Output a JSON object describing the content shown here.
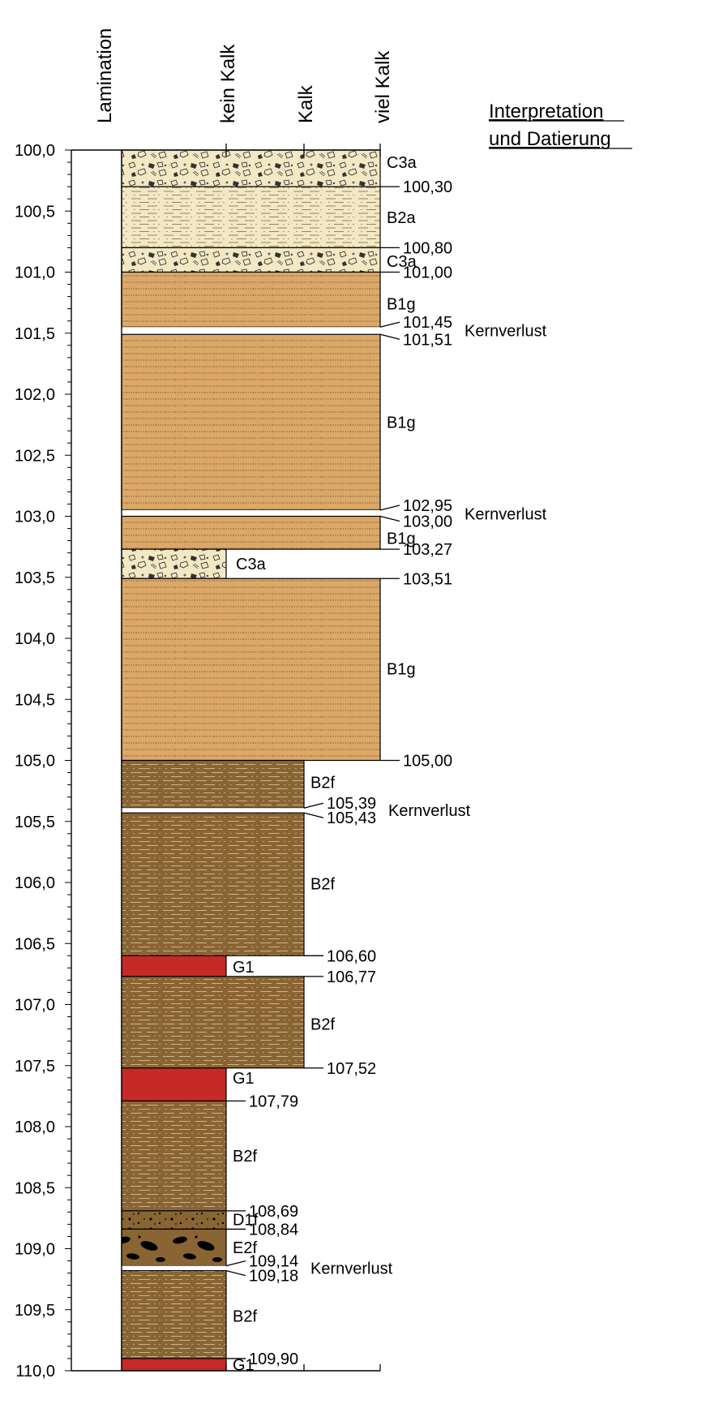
{
  "headers": {
    "lamination": "Lamination",
    "kein_kalk": "kein Kalk",
    "kalk": "Kalk",
    "viel_kalk": "viel Kalk",
    "interpretation_line1": "Interpretation",
    "interpretation_line2": "und Datierung"
  },
  "depth_axis": {
    "min": 100.0,
    "max": 110.0,
    "ticks": [
      "100,0",
      "100,5",
      "101,0",
      "101,5",
      "102,0",
      "102,5",
      "103,0",
      "103,5",
      "104,0",
      "104,5",
      "105,0",
      "105,5",
      "106,0",
      "106,5",
      "107,0",
      "107,5",
      "108,0",
      "108,5",
      "109,0",
      "109,5",
      "110,0"
    ]
  },
  "lime_levels": [
    "kein Kalk",
    "Kalk",
    "viel Kalk"
  ],
  "colors": {
    "sand": "#f3e8c4",
    "orange": "#dba867",
    "brown": "#8a6534",
    "red": "#c62a27",
    "gap": "#ffffff"
  },
  "units": [
    {
      "top": 100.0,
      "bottom": 100.3,
      "fill": "gravel",
      "lime": "viel Kalk",
      "label": "C3a"
    },
    {
      "top": 100.3,
      "bottom": 100.8,
      "fill": "sandy",
      "lime": "viel Kalk",
      "label": "B2a"
    },
    {
      "top": 100.8,
      "bottom": 101.0,
      "fill": "gravel",
      "lime": "viel Kalk",
      "label": "C3a"
    },
    {
      "top": 101.0,
      "bottom": 101.45,
      "fill": "orange",
      "lime": "viel Kalk",
      "label": "B1g"
    },
    {
      "top": 101.45,
      "bottom": 101.51,
      "fill": "gap",
      "lime": "viel Kalk",
      "label": "Kernverlust"
    },
    {
      "top": 101.51,
      "bottom": 102.95,
      "fill": "orange",
      "lime": "viel Kalk",
      "label": "B1g"
    },
    {
      "top": 102.95,
      "bottom": 103.0,
      "fill": "gap",
      "lime": "viel Kalk",
      "label": "Kernverlust"
    },
    {
      "top": 103.0,
      "bottom": 103.27,
      "fill": "orange",
      "lime": "viel Kalk",
      "label": "B1g"
    },
    {
      "top": 103.27,
      "bottom": 103.51,
      "fill": "gravel",
      "lime": "kein Kalk",
      "label": "C3a"
    },
    {
      "top": 103.51,
      "bottom": 105.0,
      "fill": "orange",
      "lime": "viel Kalk",
      "label": "B1g"
    },
    {
      "top": 105.0,
      "bottom": 105.39,
      "fill": "brown",
      "lime": "Kalk",
      "label": "B2f"
    },
    {
      "top": 105.39,
      "bottom": 105.43,
      "fill": "gap",
      "lime": "Kalk",
      "label": "Kernverlust"
    },
    {
      "top": 105.43,
      "bottom": 106.6,
      "fill": "brown",
      "lime": "Kalk",
      "label": "B2f"
    },
    {
      "top": 106.6,
      "bottom": 106.77,
      "fill": "red",
      "lime": "kein Kalk",
      "label": "G1"
    },
    {
      "top": 106.77,
      "bottom": 107.52,
      "fill": "brown",
      "lime": "Kalk",
      "label": "B2f"
    },
    {
      "top": 107.52,
      "bottom": 107.79,
      "fill": "red",
      "lime": "kein Kalk",
      "label": "G1"
    },
    {
      "top": 107.79,
      "bottom": 108.69,
      "fill": "brown",
      "lime": "kein Kalk",
      "label": "B2f"
    },
    {
      "top": 108.69,
      "bottom": 108.84,
      "fill": "dotted",
      "lime": "kein Kalk",
      "label": "D1f"
    },
    {
      "top": 108.84,
      "bottom": 109.14,
      "fill": "blobs",
      "lime": "kein Kalk",
      "label": "E2f"
    },
    {
      "top": 109.14,
      "bottom": 109.18,
      "fill": "gap",
      "lime": "kein Kalk",
      "label": "Kernverlust"
    },
    {
      "top": 109.18,
      "bottom": 109.9,
      "fill": "brown",
      "lime": "kein Kalk",
      "label": "B2f"
    },
    {
      "top": 109.9,
      "bottom": 110.0,
      "fill": "red",
      "lime": "kein Kalk",
      "label": "G1"
    }
  ],
  "boundaries": [
    "100,30",
    "100,80",
    "101,00",
    "101,45",
    "101,51",
    "102,95",
    "103,00",
    "103,27",
    "103,51",
    "105,00",
    "105,39",
    "105,43",
    "106,60",
    "106,77",
    "107,52",
    "107,79",
    "108,69",
    "108,84",
    "109,14",
    "109,18",
    "109,90"
  ],
  "annotations": [
    {
      "depth": 100.1,
      "text": "C3a"
    },
    {
      "depth": 100.55,
      "text": "B2a"
    },
    {
      "depth": 100.91,
      "text": "C3a"
    },
    {
      "depth": 101.26,
      "text": "B1g"
    },
    {
      "depth": 101.48,
      "text": "Kernverlust"
    },
    {
      "depth": 102.23,
      "text": "B1g"
    },
    {
      "depth": 102.98,
      "text": "Kernverlust"
    },
    {
      "depth": 103.18,
      "text": "B1g"
    },
    {
      "depth": 103.39,
      "text": "C3a"
    },
    {
      "depth": 104.25,
      "text": "B1g"
    },
    {
      "depth": 105.18,
      "text": "B2f"
    },
    {
      "depth": 105.41,
      "text": "Kernverlust"
    },
    {
      "depth": 106.01,
      "text": "B2f"
    },
    {
      "depth": 106.69,
      "text": "G1"
    },
    {
      "depth": 107.16,
      "text": "B2f"
    },
    {
      "depth": 107.6,
      "text": "G1"
    },
    {
      "depth": 108.24,
      "text": "B2f"
    },
    {
      "depth": 108.76,
      "text": "D1f"
    },
    {
      "depth": 108.99,
      "text": "E2f"
    },
    {
      "depth": 109.16,
      "text": "Kernverlust"
    },
    {
      "depth": 109.55,
      "text": "B2f"
    },
    {
      "depth": 109.95,
      "text": "G1"
    }
  ]
}
